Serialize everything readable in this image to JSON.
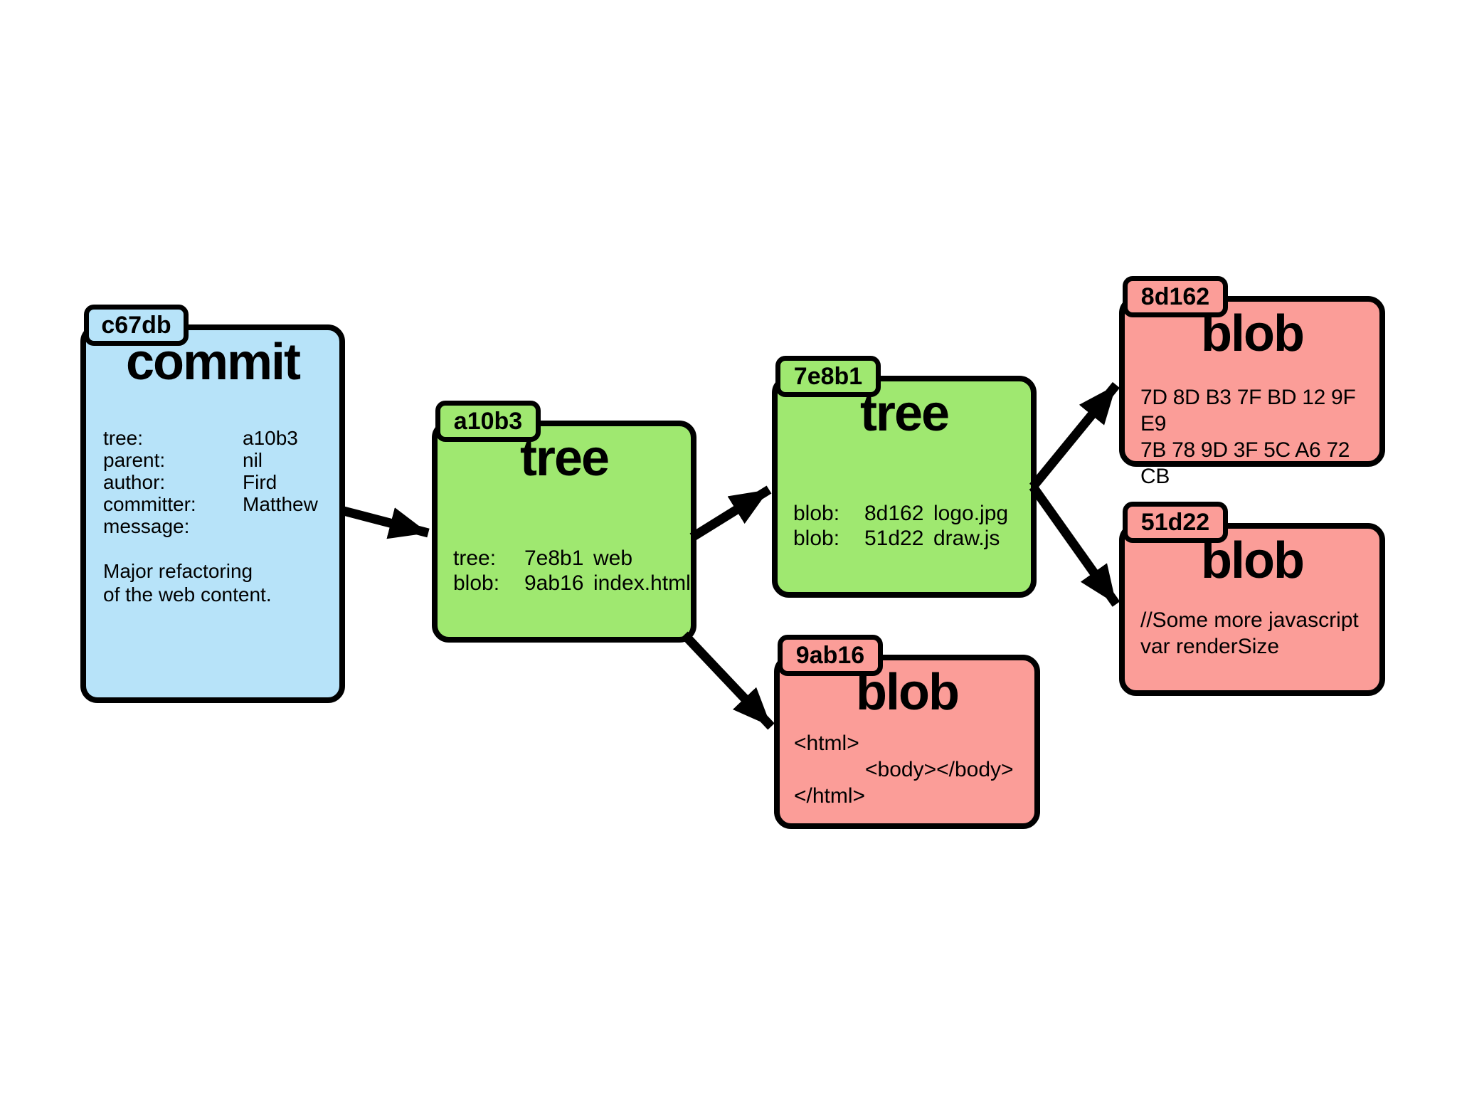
{
  "colors": {
    "commit_fill": "#b7e3f9",
    "tree_fill": "#9fe870",
    "blob_fill": "#fb9d98",
    "border": "#000000",
    "background": "#ffffff"
  },
  "nodes": {
    "commit": {
      "tab": "c67db",
      "title": "commit",
      "fields": [
        {
          "label": "tree:",
          "value": "a10b3"
        },
        {
          "label": "parent:",
          "value": "nil"
        },
        {
          "label": "author:",
          "value": "Fird"
        },
        {
          "label": "committer:",
          "value": "Matthew"
        },
        {
          "label": "message:",
          "value": ""
        }
      ],
      "message_lines": [
        "Major refactoring",
        "of the web content."
      ]
    },
    "tree_a10b3": {
      "tab": "a10b3",
      "title": "tree",
      "entries": [
        {
          "kind": "tree:",
          "hash": "7e8b1",
          "name": "web"
        },
        {
          "kind": "blob:",
          "hash": "9ab16",
          "name": "index.html"
        }
      ]
    },
    "tree_7e8b1": {
      "tab": "7e8b1",
      "title": "tree",
      "entries": [
        {
          "kind": "blob:",
          "hash": "8d162",
          "name": "logo.jpg"
        },
        {
          "kind": "blob:",
          "hash": "51d22",
          "name": "draw.js"
        }
      ]
    },
    "blob_8d162": {
      "tab": "8d162",
      "title": "blob",
      "lines": [
        "7D 8D B3 7F BD 12 9F E9",
        "7B 78 9D 3F 5C A6 72 CB"
      ]
    },
    "blob_51d22": {
      "tab": "51d22",
      "title": "blob",
      "lines": [
        "//Some more javascript",
        "var renderSize"
      ]
    },
    "blob_9ab16": {
      "tab": "9ab16",
      "title": "blob",
      "lines": [
        "<html>",
        "<body></body>",
        "</html>"
      ]
    }
  },
  "edges": [
    {
      "from": "c67db",
      "to": "a10b3"
    },
    {
      "from": "a10b3",
      "to": "7e8b1"
    },
    {
      "from": "a10b3",
      "to": "9ab16"
    },
    {
      "from": "7e8b1",
      "to": "8d162"
    },
    {
      "from": "7e8b1",
      "to": "51d22"
    }
  ]
}
